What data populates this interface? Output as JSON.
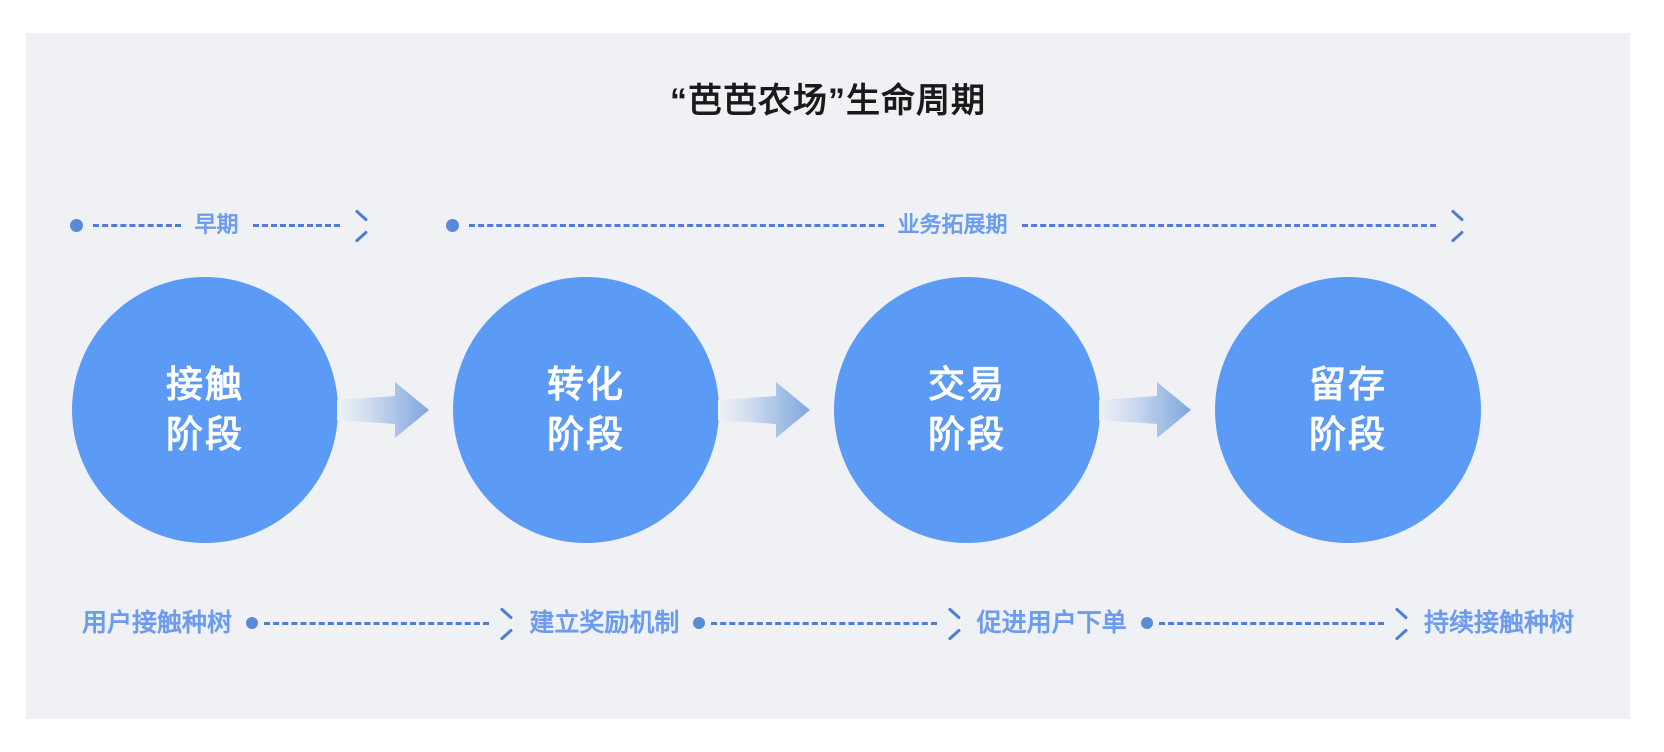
{
  "title": "“芭芭农场”生命周期",
  "colors": {
    "card_background": "#f0f1f5",
    "circle_fill": "#5b9bf5",
    "label_blue": "#6b9cf0",
    "dash_blue": "#4a7fd4",
    "title_color": "#1a1a1a"
  },
  "phases": [
    {
      "label": "早期",
      "dot": "timeline-start-dot",
      "arrow": "timeline-arrow-head"
    },
    {
      "label": "业务拓展期",
      "dot": "timeline-start-dot",
      "arrow": "timeline-arrow-head"
    }
  ],
  "stages": [
    {
      "line1": "接触",
      "line2": "阶段"
    },
    {
      "line1": "转化",
      "line2": "阶段"
    },
    {
      "line1": "交易",
      "line2": "阶段"
    },
    {
      "line1": "留存",
      "line2": "阶段"
    }
  ],
  "flow_arrows": [
    {
      "name": "arrow-contact-to-conversion"
    },
    {
      "name": "arrow-conversion-to-transaction"
    },
    {
      "name": "arrow-transaction-to-retention"
    }
  ],
  "actions": [
    {
      "label": "用户接触种树"
    },
    {
      "label": "建立奖励机制"
    },
    {
      "label": "促进用户下单"
    },
    {
      "label": "持续接触种树"
    }
  ]
}
